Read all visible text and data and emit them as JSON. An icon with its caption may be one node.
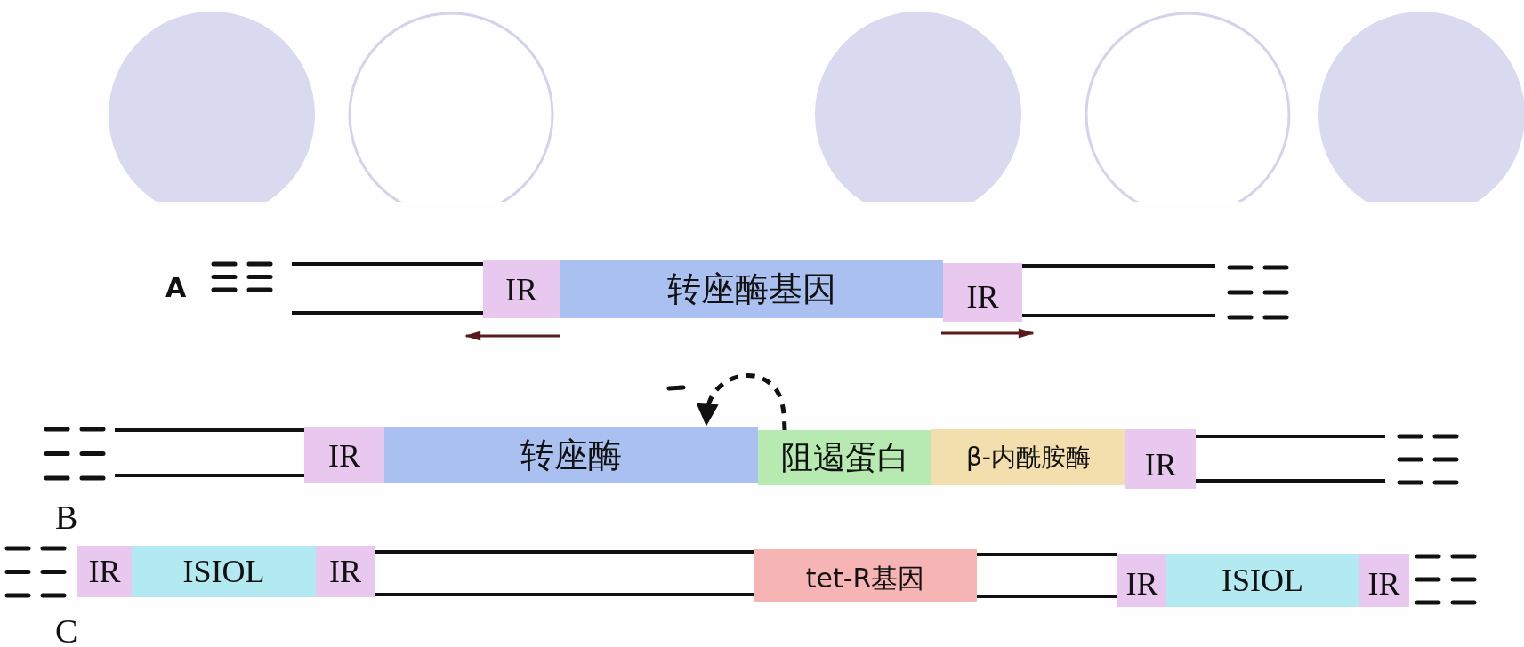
{
  "diagram": {
    "nodes": [
      {
        "text": [
          "IR"
        ]
      },
      {
        "text": [
          "转座酶基因"
        ]
      },
      {
        "text": [
          "IR"
        ]
      },
      {
        "text": [
          "IR"
        ]
      },
      {
        "text": [
          "转座酶"
        ]
      },
      {
        "text": [
          "阻遏蛋白"
        ]
      },
      {
        "text": [
          "β-内酰胺酶"
        ]
      },
      {
        "text": [
          "IR"
        ]
      },
      {
        "text": [
          "IR"
        ]
      },
      {
        "text": [
          "ISIOL"
        ]
      },
      {
        "text": [
          "IR"
        ]
      },
      {
        "text": [
          "tet-R基因"
        ]
      },
      {
        "text": [
          "IR"
        ]
      },
      {
        "text": [
          "ISIOL"
        ]
      },
      {
        "text": [
          "IR"
        ]
      }
    ],
    "edges": [
      {
        "from": 5,
        "to": 4,
        "arrow": "to",
        "style": "dashed"
      }
    ],
    "labels": [
      "A",
      "B",
      "C"
    ]
  }
}
